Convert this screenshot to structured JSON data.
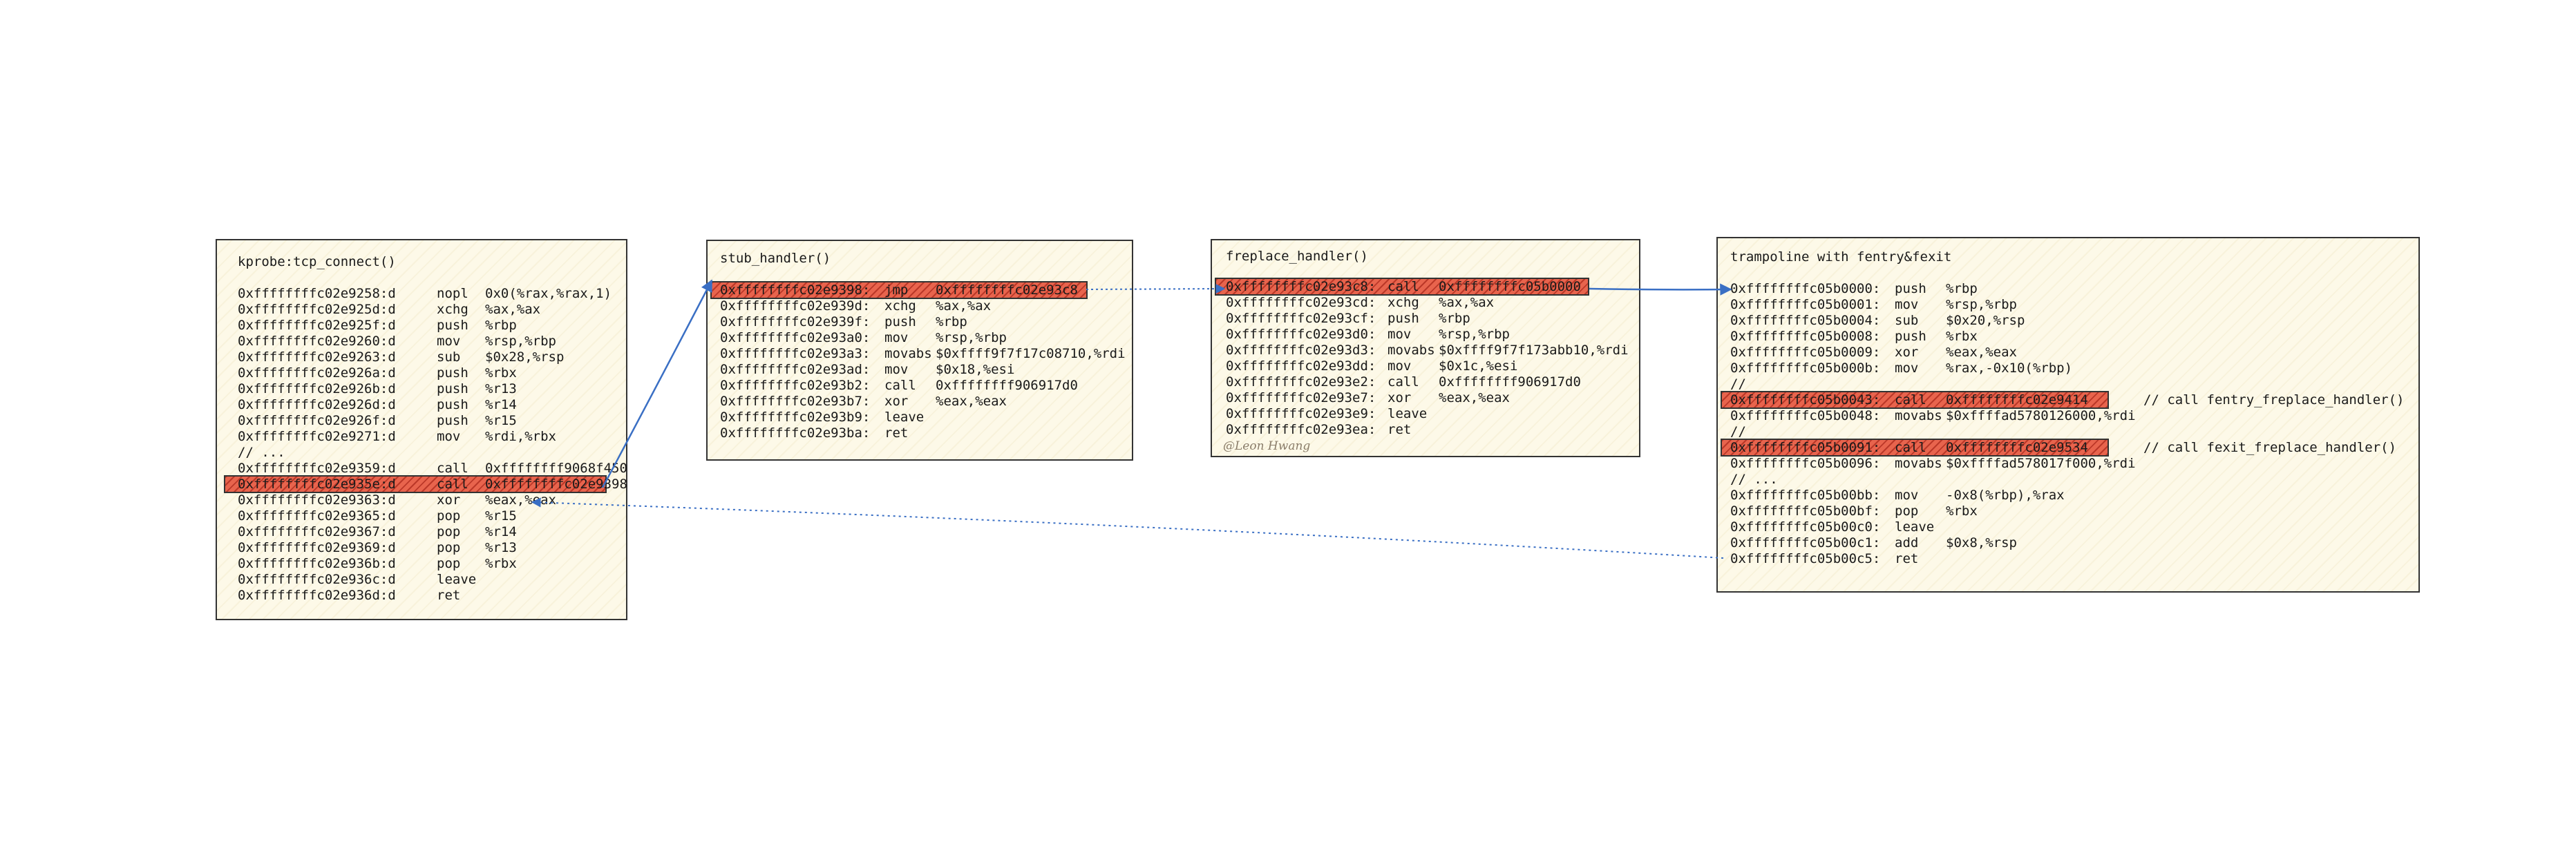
{
  "watermark": "@Leon Hwang",
  "colors": {
    "highlight": "#e8644d",
    "arrow": "#3a6fc4",
    "box_bg": "#fdf9e8",
    "border": "#333333"
  },
  "boxes": {
    "kprobe": {
      "title": "kprobe:tcp_connect()",
      "lines": [
        {
          "addr": "0xffffffffc02e9258:d",
          "op": "nopl",
          "args": "0x0(%rax,%rax,1)"
        },
        {
          "addr": "0xffffffffc02e925d:d",
          "op": "xchg",
          "args": "%ax,%ax"
        },
        {
          "addr": "0xffffffffc02e925f:d",
          "op": "push",
          "args": "%rbp"
        },
        {
          "addr": "0xffffffffc02e9260:d",
          "op": "mov",
          "args": "%rsp,%rbp"
        },
        {
          "addr": "0xffffffffc02e9263:d",
          "op": "sub",
          "args": "$0x28,%rsp"
        },
        {
          "addr": "0xffffffffc02e926a:d",
          "op": "push",
          "args": "%rbx"
        },
        {
          "addr": "0xffffffffc02e926b:d",
          "op": "push",
          "args": "%r13"
        },
        {
          "addr": "0xffffffffc02e926d:d",
          "op": "push",
          "args": "%r14"
        },
        {
          "addr": "0xffffffffc02e926f:d",
          "op": "push",
          "args": "%r15"
        },
        {
          "addr": "0xffffffffc02e9271:d",
          "op": "mov",
          "args": "%rdi,%rbx"
        },
        {
          "addr": "// ...",
          "op": "",
          "args": ""
        },
        {
          "addr": "0xffffffffc02e9359:d",
          "op": "call",
          "args": "0xffffffff9068f450"
        },
        {
          "addr": "0xffffffffc02e935e:d",
          "op": "call",
          "args": "0xffffffffc02e9398",
          "highlight": true
        },
        {
          "addr": "0xffffffffc02e9363:d",
          "op": "xor",
          "args": "%eax,%eax"
        },
        {
          "addr": "0xffffffffc02e9365:d",
          "op": "pop",
          "args": "%r15"
        },
        {
          "addr": "0xffffffffc02e9367:d",
          "op": "pop",
          "args": "%r14"
        },
        {
          "addr": "0xffffffffc02e9369:d",
          "op": "pop",
          "args": "%r13"
        },
        {
          "addr": "0xffffffffc02e936b:d",
          "op": "pop",
          "args": "%rbx"
        },
        {
          "addr": "0xffffffffc02e936c:d",
          "op": "leave",
          "args": ""
        },
        {
          "addr": "0xffffffffc02e936d:d",
          "op": "ret",
          "args": ""
        }
      ]
    },
    "stub": {
      "title": "stub_handler()",
      "lines": [
        {
          "addr": "0xffffffffc02e9398:",
          "op": "jmp",
          "args": "0xffffffffc02e93c8",
          "highlight": true
        },
        {
          "addr": "0xffffffffc02e939d:",
          "op": "xchg",
          "args": "%ax,%ax"
        },
        {
          "addr": "0xffffffffc02e939f:",
          "op": "push",
          "args": "%rbp"
        },
        {
          "addr": "0xffffffffc02e93a0:",
          "op": "mov",
          "args": "%rsp,%rbp"
        },
        {
          "addr": "0xffffffffc02e93a3:",
          "op": "movabs",
          "args": "$0xffff9f7f17c08710,%rdi"
        },
        {
          "addr": "0xffffffffc02e93ad:",
          "op": "mov",
          "args": "$0x18,%esi"
        },
        {
          "addr": "0xffffffffc02e93b2:",
          "op": "call",
          "args": "0xffffffff906917d0"
        },
        {
          "addr": "0xffffffffc02e93b7:",
          "op": "xor",
          "args": "%eax,%eax"
        },
        {
          "addr": "0xffffffffc02e93b9:",
          "op": "leave",
          "args": ""
        },
        {
          "addr": "0xffffffffc02e93ba:",
          "op": "ret",
          "args": ""
        }
      ]
    },
    "freplace": {
      "title": "freplace_handler()",
      "lines": [
        {
          "addr": "0xffffffffc02e93c8:",
          "op": "call",
          "args": "0xffffffffc05b0000",
          "highlight": true
        },
        {
          "addr": "0xffffffffc02e93cd:",
          "op": "xchg",
          "args": "%ax,%ax"
        },
        {
          "addr": "0xffffffffc02e93cf:",
          "op": "push",
          "args": "%rbp"
        },
        {
          "addr": "0xffffffffc02e93d0:",
          "op": "mov",
          "args": "%rsp,%rbp"
        },
        {
          "addr": "0xffffffffc02e93d3:",
          "op": "movabs",
          "args": "$0xffff9f7f173abb10,%rdi"
        },
        {
          "addr": "0xffffffffc02e93dd:",
          "op": "mov",
          "args": "$0x1c,%esi"
        },
        {
          "addr": "0xffffffffc02e93e2:",
          "op": "call",
          "args": "0xffffffff906917d0"
        },
        {
          "addr": "0xffffffffc02e93e7:",
          "op": "xor",
          "args": "%eax,%eax"
        },
        {
          "addr": "0xffffffffc02e93e9:",
          "op": "leave",
          "args": ""
        },
        {
          "addr": "0xffffffffc02e93ea:",
          "op": "ret",
          "args": ""
        }
      ]
    },
    "trampoline": {
      "title": "trampoline with fentry&fexit",
      "lines": [
        {
          "addr": "0xffffffffc05b0000:",
          "op": "push",
          "args": "%rbp"
        },
        {
          "addr": "0xffffffffc05b0001:",
          "op": "mov",
          "args": "%rsp,%rbp"
        },
        {
          "addr": "0xffffffffc05b0004:",
          "op": "sub",
          "args": "$0x20,%rsp"
        },
        {
          "addr": "0xffffffffc05b0008:",
          "op": "push",
          "args": "%rbx"
        },
        {
          "addr": "0xffffffffc05b0009:",
          "op": "xor",
          "args": "%eax,%eax"
        },
        {
          "addr": "0xffffffffc05b000b:",
          "op": "mov",
          "args": "%rax,-0x10(%rbp)"
        },
        {
          "addr": "//",
          "op": "",
          "args": ""
        },
        {
          "addr": "0xffffffffc05b0043:",
          "op": "call",
          "args": "0xffffffffc02e9414",
          "highlight": true,
          "comment": "// call fentry_freplace_handler()"
        },
        {
          "addr": "0xffffffffc05b0048:",
          "op": "movabs",
          "args": "$0xffffad5780126000,%rdi"
        },
        {
          "addr": "//",
          "op": "",
          "args": ""
        },
        {
          "addr": "0xffffffffc05b0091:",
          "op": "call",
          "args": "0xffffffffc02e9534",
          "highlight": true,
          "comment": "// call fexit_freplace_handler()"
        },
        {
          "addr": "0xffffffffc05b0096:",
          "op": "movabs",
          "args": "$0xffffad578017f000,%rdi"
        },
        {
          "addr": "// ...",
          "op": "",
          "args": ""
        },
        {
          "addr": "0xffffffffc05b00bb:",
          "op": "mov",
          "args": "-0x8(%rbp),%rax"
        },
        {
          "addr": "0xffffffffc05b00bf:",
          "op": "pop",
          "args": "%rbx"
        },
        {
          "addr": "0xffffffffc05b00c0:",
          "op": "leave",
          "args": ""
        },
        {
          "addr": "0xffffffffc05b00c1:",
          "op": "add",
          "args": "$0x8,%rsp"
        },
        {
          "addr": "0xffffffffc05b00c5:",
          "op": "ret",
          "args": ""
        }
      ]
    }
  }
}
